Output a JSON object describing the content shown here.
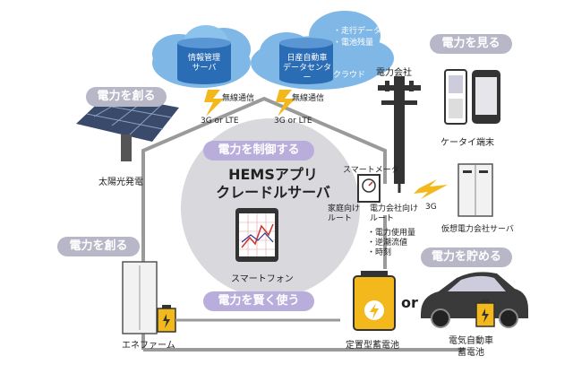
{
  "clouds": {
    "info_server": "情報管理\nサーバ",
    "nissan_dc": "日産自動車\nデータセンター",
    "cloud_label": "クラウド",
    "bullets": [
      "・走行データ",
      "・電池残量"
    ]
  },
  "wireless": {
    "left_label": "無線通信",
    "left_proto": "3G or LTE",
    "right_label": "無線通信",
    "right_proto": "3G or LTE"
  },
  "power_company": "電力会社",
  "pills": {
    "create_top": "電力を創る",
    "see": "電力を見る",
    "control": "電力を制御する",
    "create_mid": "電力を創る",
    "store": "電力を貯める",
    "smart_use": "電力を賢く使う"
  },
  "solar_label": "太陽光発電",
  "hems_title_1": "HEMSアプリ",
  "hems_title_2": "クレードルサーバ",
  "smartphone_label": "スマートフォン",
  "smart_meter": "スマートメータ",
  "home_route": "家庭向け\nルート",
  "utility_route": "電力会社向け\nルート",
  "utility_items": [
    "・電力使用量",
    "・逆潮流値",
    "・時刻"
  ],
  "mobile_label": "ケータイ端末",
  "virtual_server": "仮想電力会社サーバ",
  "link_3g": "3G",
  "ene_farm": "エネファーム",
  "stationary_battery": "定置型蓄電池",
  "or_label": "or",
  "ev_label": "電気自動車\n蓄電池",
  "colors": {
    "accent": "#b9aedb",
    "cloud": "#7fb8e6",
    "bolt": "#f2b81c",
    "house": "#9a9a9a"
  }
}
